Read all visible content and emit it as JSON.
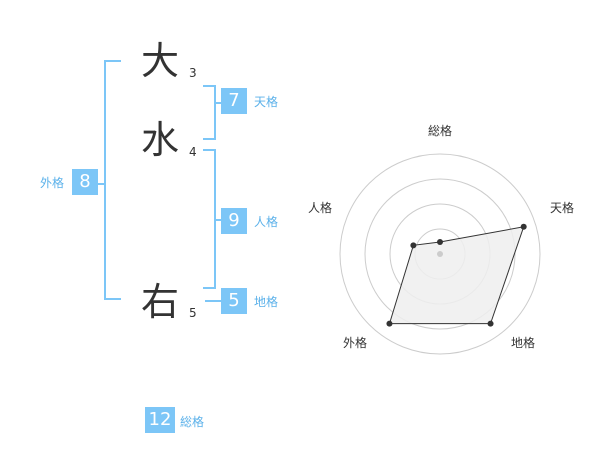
{
  "name": {
    "chars": [
      {
        "char": "大",
        "strokes": "3"
      },
      {
        "char": "水",
        "strokes": "4"
      },
      {
        "char": "右",
        "strokes": "5"
      }
    ]
  },
  "fortune": {
    "tenkaku": {
      "value": "7",
      "label": "天格"
    },
    "jinkaku": {
      "value": "9",
      "label": "人格"
    },
    "chikaku": {
      "value": "5",
      "label": "地格"
    },
    "gaikaku": {
      "value": "8",
      "label": "外格"
    },
    "soukaku": {
      "value": "12",
      "label": "総格"
    }
  },
  "radar": {
    "axes": [
      "総格",
      "天格",
      "地格",
      "外格",
      "人格"
    ],
    "values": [
      0.12,
      0.88,
      0.86,
      0.86,
      0.28
    ],
    "rings": 4
  },
  "colors": {
    "accent": "#7cc6f7",
    "label": "#5bb1ea",
    "text": "#333333",
    "grid": "#cccccc",
    "fill": "#eeeeee",
    "line": "#333333"
  }
}
